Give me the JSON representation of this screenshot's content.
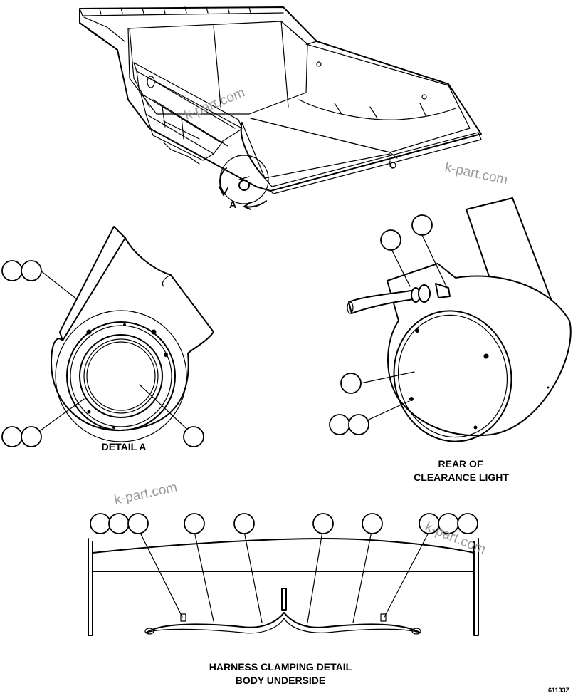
{
  "labels": {
    "detail_letter": "A",
    "detail_a": "DETAIL A",
    "rear_of": "REAR OF",
    "clearance_light": "CLEARANCE LIGHT",
    "harness_line1": "HARNESS CLAMPING DETAIL",
    "harness_line2": "BODY UNDERSIDE",
    "drawing_number": "61133Z"
  },
  "watermarks": [
    "k-part.com",
    "k-part.com",
    "k-part.com",
    "k-part.com"
  ]
}
